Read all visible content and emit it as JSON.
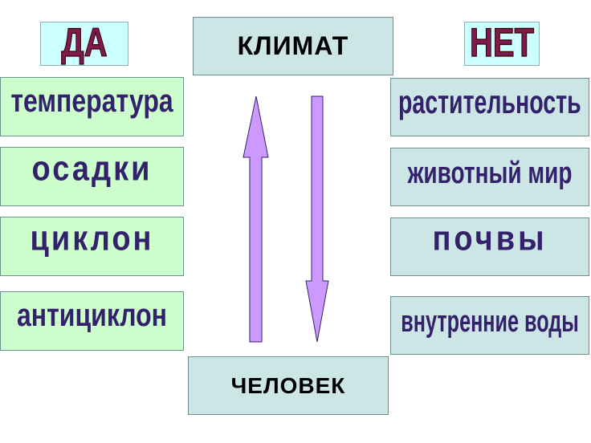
{
  "header": {
    "yes_label": "ДА",
    "no_label": "НЕТ",
    "top_node": "КЛИМАТ",
    "bottom_node": "ЧЕЛОВЕК"
  },
  "left_column": {
    "items": [
      "температура",
      "осадки",
      "циклон",
      "антициклон"
    ]
  },
  "right_column": {
    "items": [
      "растительность",
      "животный мир",
      "почвы",
      "внутренние воды"
    ]
  },
  "colors": {
    "left_box_fill": "#ccffcc",
    "right_box_fill": "#cce6e6",
    "wordart_text": "#33216b",
    "yes_no_text": "#7f1a4f",
    "arrow_fill": "#cc99ff"
  }
}
